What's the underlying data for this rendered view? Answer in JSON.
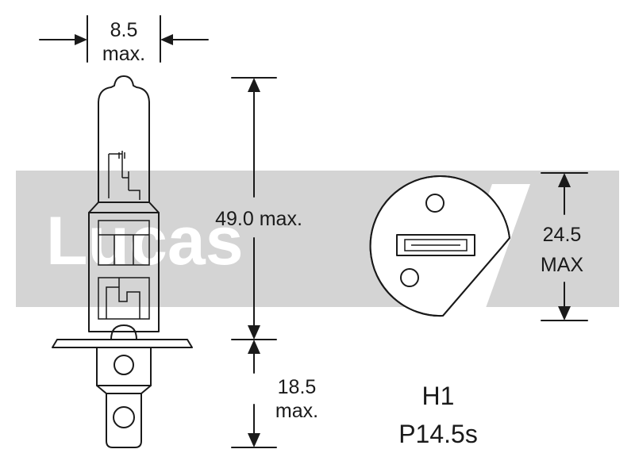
{
  "watermark": {
    "text": "Lucas"
  },
  "dimensions": {
    "width_top": {
      "value": "8.5",
      "unit": "max."
    },
    "length_total": {
      "text": "49.0 max."
    },
    "length_base": {
      "value": "18.5",
      "unit": "max."
    },
    "base_diameter": {
      "value": "24.5",
      "unit": "MAX"
    }
  },
  "bulb": {
    "type": "H1",
    "base": "P14.5s"
  }
}
